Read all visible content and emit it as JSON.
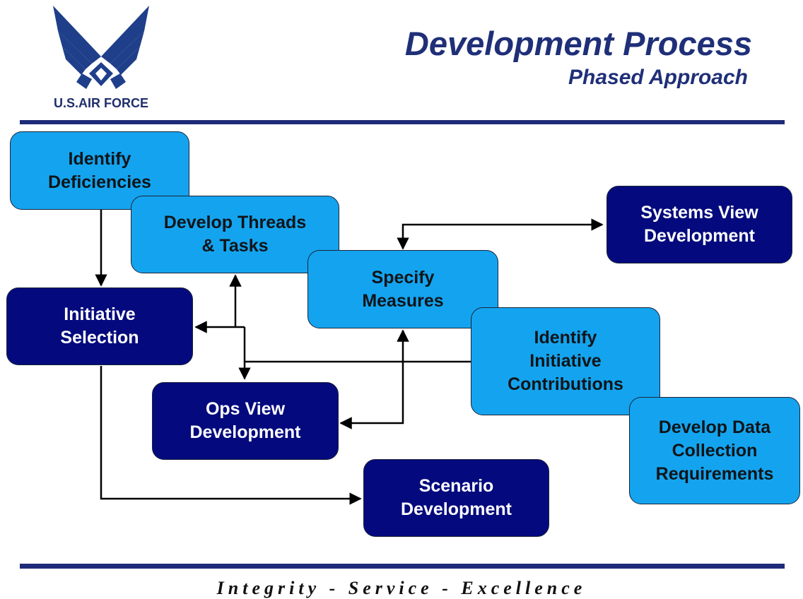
{
  "header": {
    "logo_text": "U.S.AIR FORCE",
    "title": "Development Process",
    "subtitle": "Phased Approach"
  },
  "footer": {
    "motto": "Integrity - Service - Excellence"
  },
  "colors": {
    "light_box": "#14a4ef",
    "dark_box": "#040a7d",
    "rule": "#1f2b78",
    "title": "#1f2f78"
  },
  "diagram": {
    "nodes": {
      "identify_deficiencies": "Identify\nDeficiencies",
      "develop_threads": "Develop Threads\n& Tasks",
      "specify_measures": "Specify\nMeasures",
      "identify_contributions": "Identify\nInitiative\nContributions",
      "develop_data_collection": "Develop Data\nCollection\nRequirements",
      "initiative_selection": "Initiative\nSelection",
      "ops_view": "Ops View\nDevelopment",
      "systems_view": "Systems View\nDevelopment",
      "scenario": "Scenario\nDevelopment"
    }
  }
}
